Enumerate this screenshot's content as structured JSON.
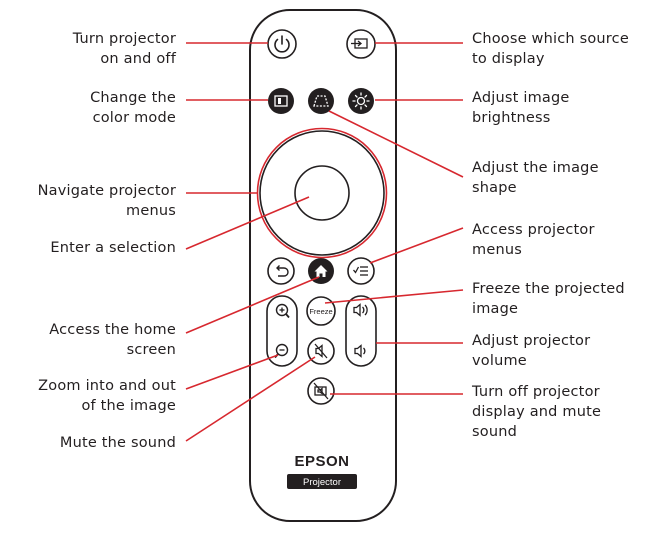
{
  "labels": {
    "power": {
      "line1": "Turn projector",
      "line2": "on and off"
    },
    "color_mode": {
      "line1": "Change the",
      "line2": "color mode"
    },
    "navigate": {
      "line1": "Navigate projector",
      "line2": "menus"
    },
    "enter": {
      "line1": "Enter a selection",
      "line2": ""
    },
    "home": {
      "line1": "Access the home",
      "line2": "screen"
    },
    "zoom": {
      "line1": "Zoom into and out",
      "line2": "of the image"
    },
    "mute": {
      "line1": "Mute the sound",
      "line2": ""
    },
    "source": {
      "line1": "Choose which source",
      "line2": "to display"
    },
    "brightness": {
      "line1": "Adjust image",
      "line2": "brightness"
    },
    "shape": {
      "line1": "Adjust the image",
      "line2": "shape"
    },
    "menus": {
      "line1": "Access projector",
      "line2": "menus"
    },
    "freeze": {
      "line1": "Freeze the projected",
      "line2": "image"
    },
    "volume": {
      "line1": "Adjust projector",
      "line2": "volume"
    },
    "av_mute": {
      "line1": "Turn off projector",
      "line2": "display and mute",
      "line3": "sound"
    }
  },
  "remote": {
    "brand": "EPSON",
    "model": "Projector",
    "freeze_label": "Freeze"
  },
  "colors": {
    "leader_line": "#d7282f",
    "outline": "#231f20",
    "button_fill": "#231f20"
  }
}
